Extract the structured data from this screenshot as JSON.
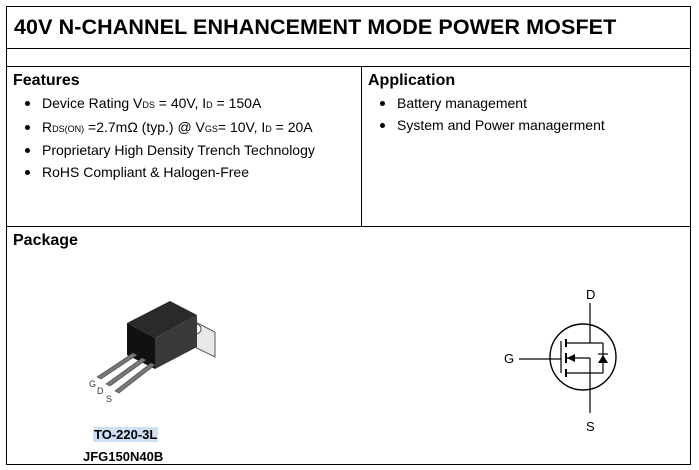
{
  "title": "40V N-CHANNEL ENHANCEMENT MODE POWER MOSFET",
  "features": {
    "heading": "Features",
    "items": [
      {
        "pre": "Device Rating V",
        "sub1": "DS",
        "mid": " = 40V, I",
        "sub2": "D",
        "post": " = 150A"
      },
      {
        "pre": "R",
        "sub1": "DS(ON)",
        "mid": " =2.7mΩ (typ.) @ V",
        "sub2": "GS",
        "post": "= 10V, I",
        "sub3": "D",
        "post2": " = 20A"
      },
      {
        "text": "Proprietary High Density Trench Technology"
      },
      {
        "text": "RoHS Compliant & Halogen-Free"
      }
    ]
  },
  "application": {
    "heading": "Application",
    "items": [
      "Battery management",
      "System and Power managerment"
    ]
  },
  "package": {
    "heading": "Package",
    "package_name": "TO-220-3L",
    "part_number": "JFG150N40B",
    "pin_labels": {
      "g": "G",
      "d": "D",
      "s": "S"
    },
    "symbol_labels": {
      "d": "D",
      "g": "G",
      "s": "S"
    }
  }
}
